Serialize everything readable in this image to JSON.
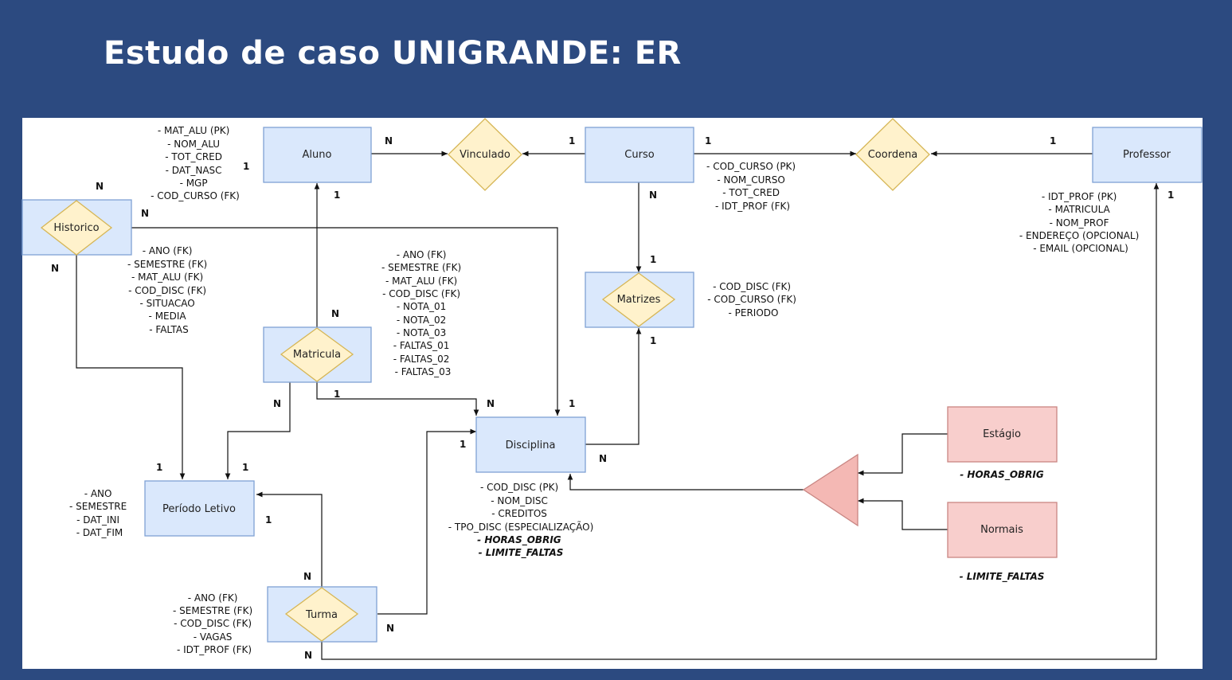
{
  "title": "Estudo de caso UNIGRANDE: ER",
  "entities": {
    "aluno": "Aluno",
    "curso": "Curso",
    "professor": "Professor",
    "historico": "Historico",
    "matrizes": "Matrizes",
    "matricula": "Matricula",
    "disciplina": "Disciplina",
    "periodo": "Período Letivo",
    "turma": "Turma",
    "estagio": "Estágio",
    "normais": "Normais"
  },
  "relationships": {
    "vinculado": "Vinculado",
    "coordena": "Coordena"
  },
  "attributes": {
    "aluno": [
      "- MAT_ALU (PK)",
      "- NOM_ALU",
      "- TOT_CRED",
      "- DAT_NASC",
      "- MGP",
      "- COD_CURSO (FK)"
    ],
    "curso": [
      "- COD_CURSO (PK)",
      "- NOM_CURSO",
      "- TOT_CRED",
      "- IDT_PROF (FK)"
    ],
    "professor": [
      "- IDT_PROF (PK)",
      "- MATRICULA",
      "- NOM_PROF",
      "- ENDEREÇO (OPCIONAL)",
      "- EMAIL (OPCIONAL)"
    ],
    "historico": [
      "- ANO (FK)",
      "- SEMESTRE (FK)",
      "- MAT_ALU (FK)",
      "- COD_DISC (FK)",
      "- SITUACAO",
      "- MEDIA",
      "- FALTAS"
    ],
    "matricula": [
      "- ANO (FK)",
      "- SEMESTRE (FK)",
      "- MAT_ALU (FK)",
      "- COD_DISC (FK)",
      "- NOTA_01",
      "- NOTA_02",
      "- NOTA_03",
      "- FALTAS_01",
      "- FALTAS_02",
      "- FALTAS_03"
    ],
    "matrizes": [
      "- COD_DISC (FK)",
      "- COD_CURSO (FK)",
      "- PERIODO"
    ],
    "disciplina": [
      "- COD_DISC (PK)",
      "- NOM_DISC",
      "- CREDITOS",
      "- TPO_DISC (ESPECIALIZAÇÃO)"
    ],
    "disciplina_spec": [
      "- HORAS_OBRIG",
      "- LIMITE_FALTAS"
    ],
    "periodo": [
      "- ANO",
      "- SEMESTRE",
      "- DAT_INI",
      "- DAT_FIM"
    ],
    "turma": [
      "- ANO (FK)",
      "- SEMESTRE (FK)",
      "- COD_DISC (FK)",
      "- VAGAS",
      "- IDT_PROF (FK)"
    ],
    "estagio": [
      "- HORAS_OBRIG"
    ],
    "normais": [
      "- LIMITE_FALTAS"
    ]
  },
  "cardinalities": {
    "aluno_vinc": "N",
    "curso_vinc": "1",
    "curso_coord": "1",
    "prof_coord": "1",
    "aluno_right": "1",
    "aluno_below": "1",
    "hist_top": "N",
    "hist_right": "N",
    "hist_left": "N",
    "curso_down": "N",
    "matrizes_top": "1",
    "matrizes_bottom": "1",
    "matricula_top": "N",
    "matricula_bottom": "1",
    "matricula_left": "N",
    "disc_n": "N",
    "disc_1": "1",
    "disc_left": "1",
    "disc_right": "N",
    "prof_below": "1",
    "periodo_a": "1",
    "periodo_b": "1",
    "periodo_right": "1",
    "turma_top": "N",
    "turma_right": "N",
    "turma_bottom": "N"
  }
}
